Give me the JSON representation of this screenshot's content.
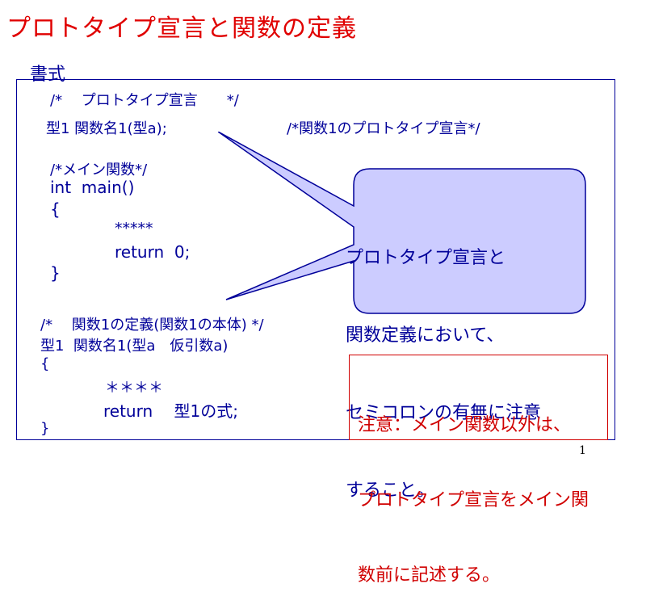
{
  "slide": {
    "title": "プロトタイプ宣言と関数の定義",
    "format_label": "書式",
    "page_number": "1"
  },
  "code": {
    "comment_prototype": "/*　 プロトタイプ宣言　　*/",
    "prototype_line": "型1 関数名1(型a);",
    "prototype_comment_right": "/*関数1のプロトタイプ宣言*/",
    "main_comment": "/*メイン関数*/",
    "main_signature": "int  main()",
    "open_brace": "{",
    "body_stars": "*****",
    "return_line": "return  0;",
    "close_brace": "}",
    "def_comment": "/*　 関数1の定義(関数1の本体) */",
    "def_signature": "型1  関数名1(型a　仮引数a)",
    "def_open_brace": "{",
    "def_stars": "＊＊＊＊",
    "def_return": "return　 型1の式;",
    "def_close_brace": "}"
  },
  "callout": {
    "lines": [
      "プロトタイプ宣言と",
      "関数定義において、",
      "セミコロンの有無に注意",
      "すること。"
    ],
    "fill_color": "#ccccff",
    "border_color": "#000099"
  },
  "note": {
    "lines": [
      "注意：メイン関数以外は、",
      "プロトタイプ宣言をメイン関",
      "数前に記述する。"
    ],
    "color": "#d00000"
  }
}
